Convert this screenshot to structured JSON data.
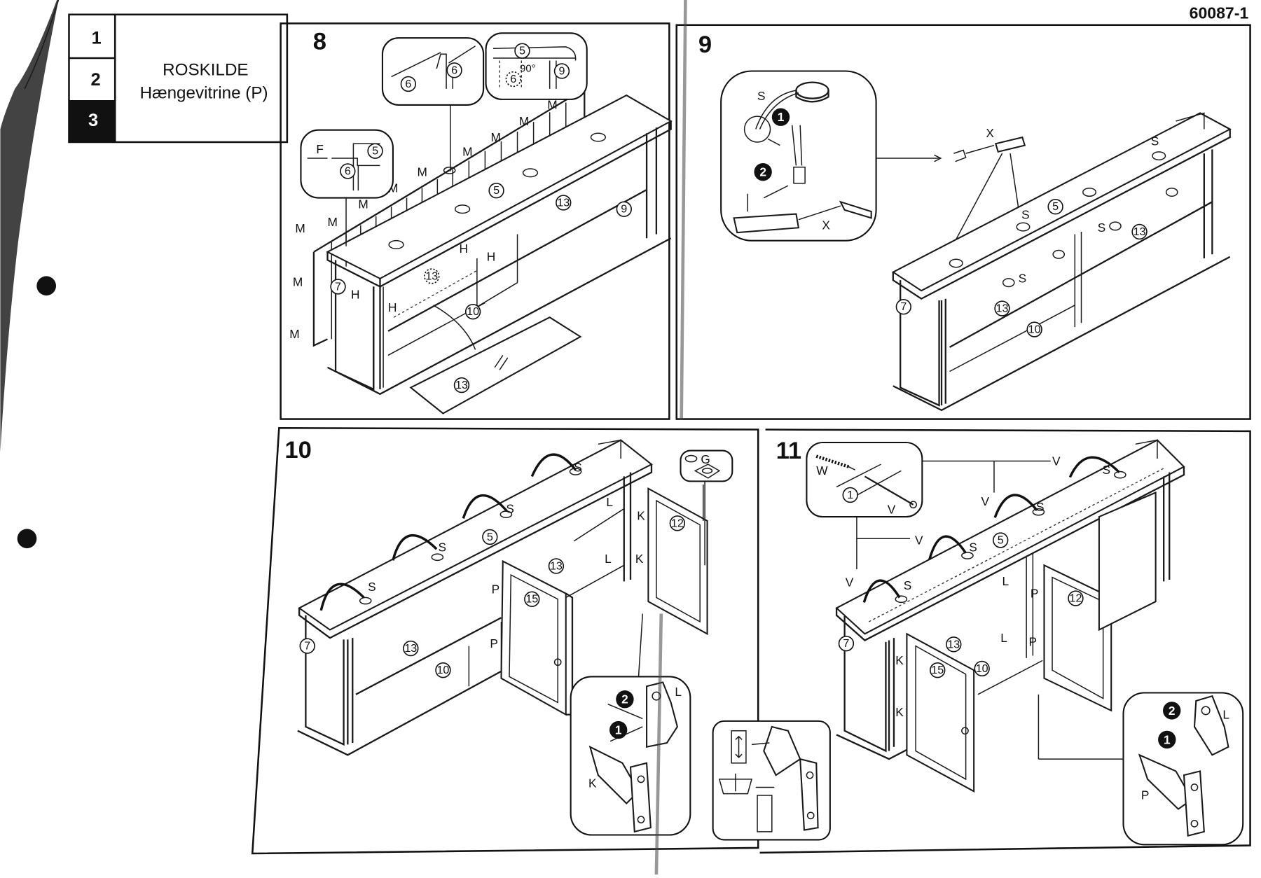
{
  "document": {
    "doc_code": "60087-1",
    "product_name": "ROSKILDE",
    "product_subtitle": "Hængevitrine (P)",
    "page_tabs": [
      {
        "label": "1",
        "active": false
      },
      {
        "label": "2",
        "active": false
      },
      {
        "label": "3",
        "active": true
      }
    ]
  },
  "steps": {
    "step8": {
      "number": "8",
      "insets": {
        "groove": {
          "callouts": [
            "6",
            "6"
          ]
        },
        "angle": {
          "callouts": [
            "5",
            "6",
            "9"
          ],
          "angle_label": "90°"
        },
        "nail": {
          "fastener": "F",
          "callouts": [
            "5",
            "6"
          ]
        }
      },
      "fastener_M": "M",
      "fastener_H": "H",
      "callouts": [
        "5",
        "9",
        "13",
        "13",
        "7",
        "10",
        "13"
      ]
    },
    "step9": {
      "number": "9",
      "inset": {
        "cable": "S",
        "bullets": [
          "1",
          "2"
        ],
        "transformer": "X"
      },
      "transformer_label": "X",
      "lamp_label": "S",
      "callouts": [
        "5",
        "13",
        "7",
        "13",
        "10"
      ]
    },
    "step10": {
      "number": "10",
      "lamp_label": "S",
      "hinge_labels": {
        "L": "L",
        "K": "K",
        "P": "P"
      },
      "glass_insert": {
        "label": "G"
      },
      "hinge_inset": {
        "bullets": [
          "2",
          "1"
        ],
        "labels": [
          "L",
          "K"
        ]
      },
      "callouts": [
        "5",
        "7",
        "13",
        "13",
        "10",
        "15",
        "12"
      ]
    },
    "step11": {
      "number": "11",
      "inset": {
        "wall_plug": "W",
        "screw": "V",
        "callout": "1"
      },
      "screw_label": "V",
      "lamp_label": "S",
      "hinge_labels": {
        "L": "L",
        "K": "K",
        "P": "P"
      },
      "hinge_inset": {
        "bullets": [
          "2",
          "1"
        ],
        "labels": [
          "L",
          "P"
        ]
      },
      "callouts": [
        "5",
        "7",
        "13",
        "15",
        "10",
        "12"
      ]
    }
  }
}
